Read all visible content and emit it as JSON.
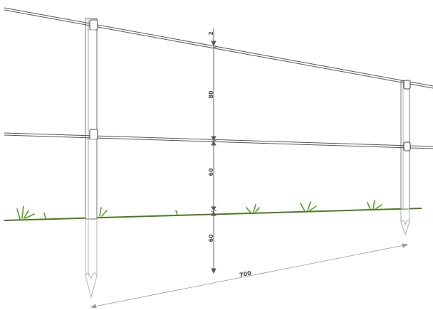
{
  "dimensions": {
    "top_offset": "2",
    "upper_spacing": "80",
    "middle_spacing": "60",
    "buried_depth": "60",
    "post_spacing": "700"
  },
  "colors": {
    "wire": "#555555",
    "post": "#888888",
    "buried": "#bbbbbb",
    "ground": "#4a7a1e",
    "grass": "#5a9a2a",
    "dimension": "#444444"
  }
}
